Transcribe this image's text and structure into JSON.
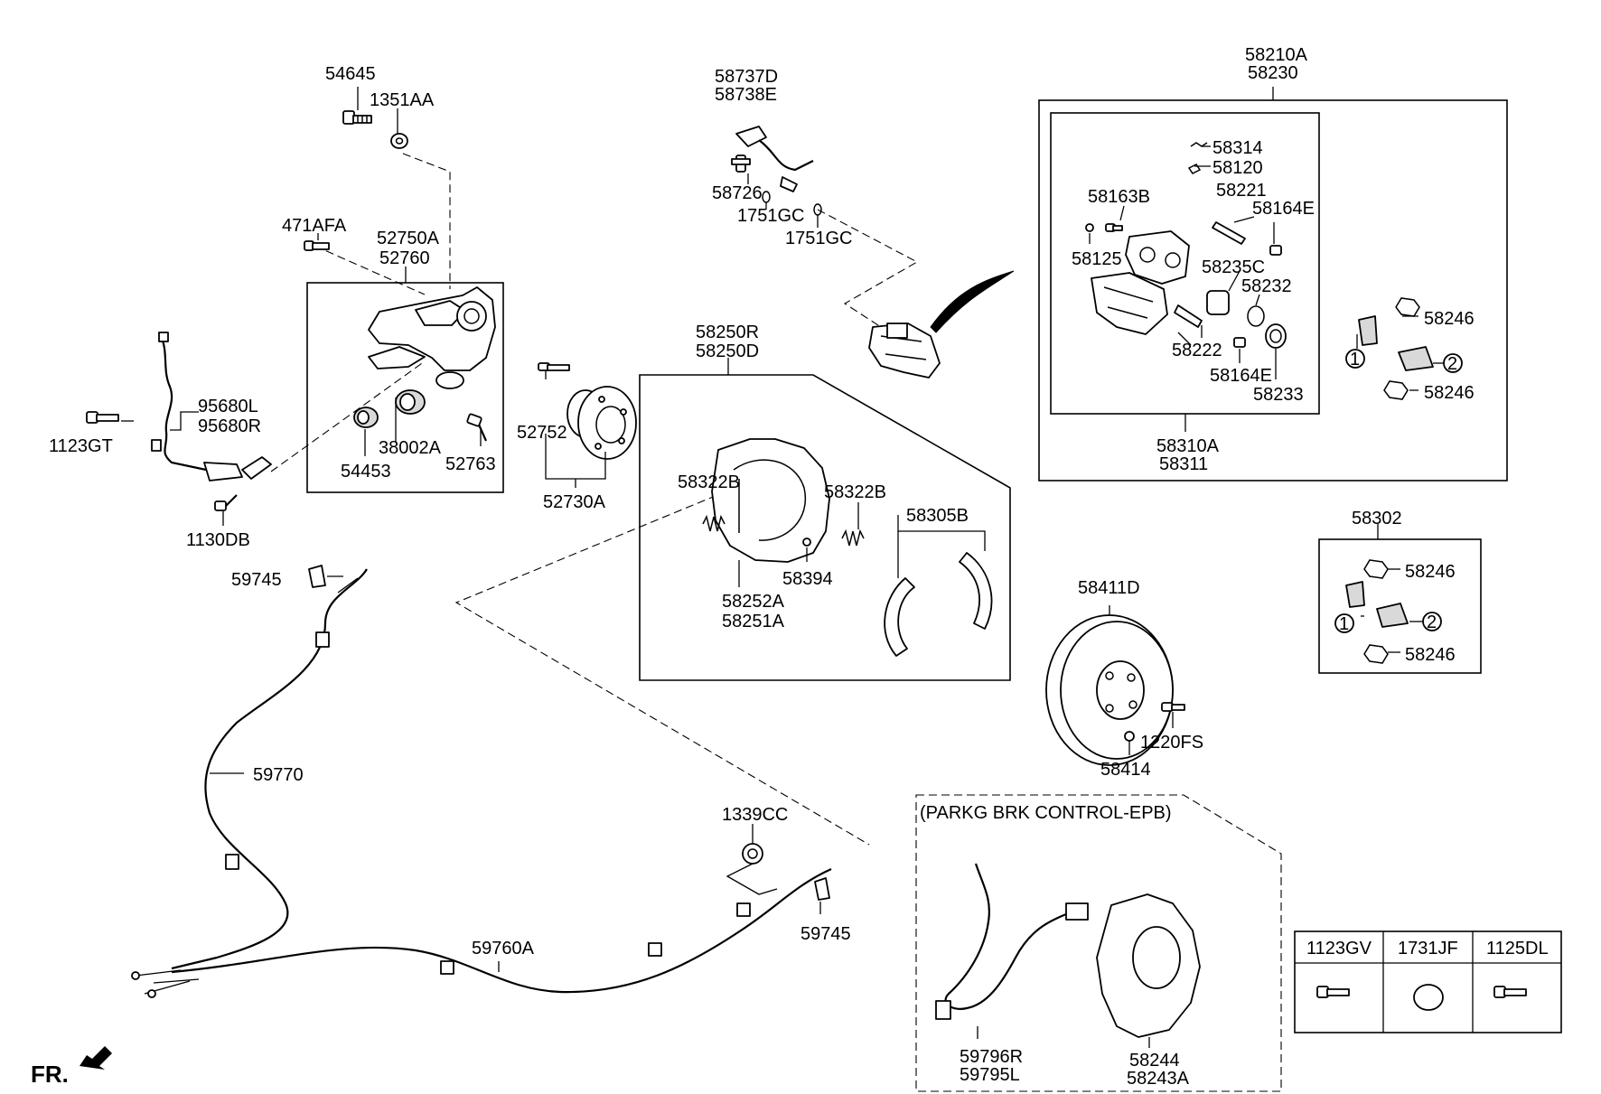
{
  "labels": {
    "p54645": "54645",
    "p1351AA": "1351AA",
    "p471AFA": "471AFA",
    "p52750A": "52750A",
    "p52760": "52760",
    "p95680L": "95680L",
    "p95680R": "95680R",
    "p1123GT": "1123GT",
    "p38002A": "38002A",
    "p54453": "54453",
    "p52763": "52763",
    "p1130DB": "1130DB",
    "p52752": "52752",
    "p52730A": "52730A",
    "p58737D": "58737D",
    "p58738E": "58738E",
    "p58726": "58726",
    "p1751GC_a": "1751GC",
    "p1751GC_b": "1751GC",
    "p58250R": "58250R",
    "p58250D": "58250D",
    "p58322B_a": "58322B",
    "p58322B_b": "58322B",
    "p58305B": "58305B",
    "p58394": "58394",
    "p58252A": "58252A",
    "p58251A": "58251A",
    "p58210A": "58210A",
    "p58230": "58230",
    "p58314": "58314",
    "p58120": "58120",
    "p58163B": "58163B",
    "p58221": "58221",
    "p58164E_a": "58164E",
    "p58125": "58125",
    "p58235C": "58235C",
    "p58232": "58232",
    "p58246_a": "58246",
    "p58222": "58222",
    "p58164E_b": "58164E",
    "p58233": "58233",
    "p58246_b": "58246",
    "p58310A": "58310A",
    "p58311": "58311",
    "p58302": "58302",
    "p58246_c": "58246",
    "p58246_d": "58246",
    "p58411D": "58411D",
    "p1220FS": "1220FS",
    "p58414": "58414",
    "p59745_a": "59745",
    "p59770": "59770",
    "p1339CC": "1339CC",
    "p59745_b": "59745",
    "p59760A": "59760A",
    "p59796R": "59796R",
    "p59795L": "59795L",
    "p58244": "58244",
    "p58243A": "58243A",
    "c1a": "1",
    "c2a": "2",
    "c1b": "1",
    "c2b": "2"
  },
  "epb_title": "(PARKG BRK CONTROL-EPB)",
  "direction_label": "FR.",
  "fastener_table": {
    "headers": [
      "1123GV",
      "1731JF",
      "1125DL"
    ]
  }
}
